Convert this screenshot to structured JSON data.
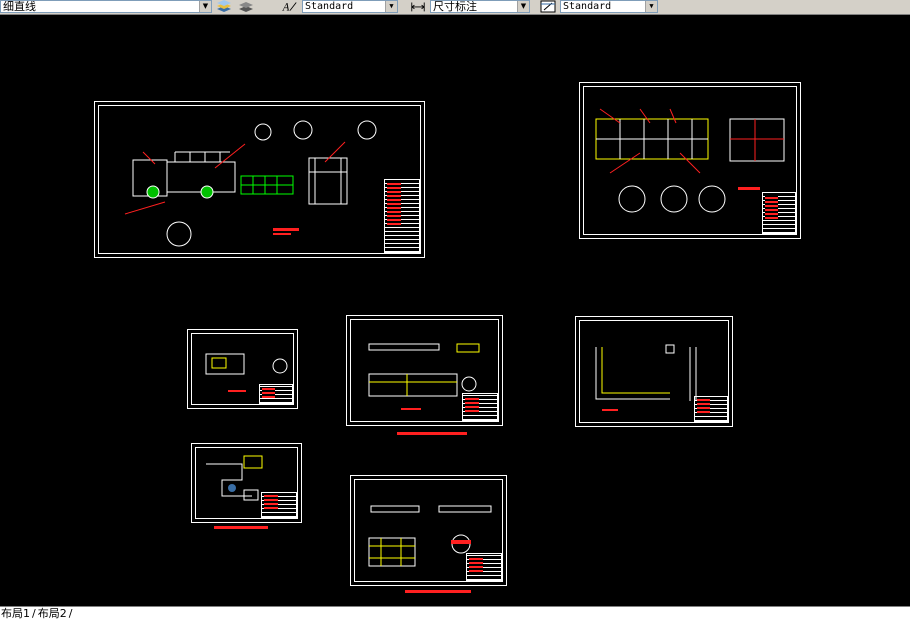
{
  "toolbar": {
    "linetype": "细直线",
    "text_style": "Standard",
    "dim_label": "尺寸标注",
    "table_style": "Standard"
  },
  "icons": [
    "layer-icon",
    "layer-state-icon",
    "text-style-icon",
    "dim-style-icon",
    "table-style-icon"
  ],
  "layout_tabs": [
    "布局1",
    "布局2"
  ],
  "colors": {
    "background": "#000000",
    "drawing": "#ffffff",
    "accent_red": "#ff2020",
    "accent_green": "#00ff00",
    "accent_yellow": "#ffff00"
  }
}
